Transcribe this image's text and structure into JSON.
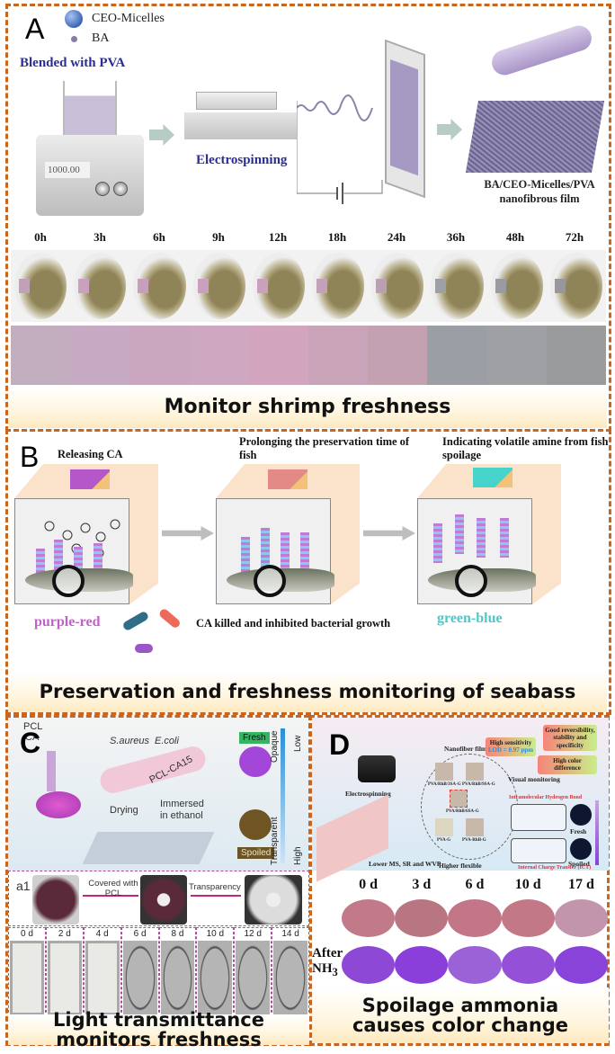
{
  "panel_a": {
    "letter": "A",
    "legend": [
      {
        "icon": "ceo-micelle-sphere-icon",
        "label": "CEO-Micelles"
      },
      {
        "icon": "ba-dot-icon",
        "label": "BA"
      }
    ],
    "blend_label": "Blended with PVA",
    "stirrer_display": "1000.00",
    "process_label": "Electrospinning",
    "product_label_line1": "BA/CEO-Micelles/PVA",
    "product_label_line2": "nanofibrous film",
    "time_points": [
      "0h",
      "3h",
      "6h",
      "9h",
      "12h",
      "18h",
      "24h",
      "36h",
      "48h",
      "72h"
    ],
    "indicator_colors": [
      "#c3aec0",
      "#c6a9c3",
      "#cba6bf",
      "#cea8c0",
      "#d2a4bd",
      "#c9a3b8",
      "#c3a1b1",
      "#9c9ea6",
      "#9fa0a4",
      "#9a9b9d"
    ],
    "film_square_colors": [
      "#c2a0b8",
      "#c9a1bf",
      "#c79fbc",
      "#c9a1bf",
      "#caa0bd",
      "#c4a1ba",
      "#b9a0b3",
      "#9f9fa6",
      "#9a9aa0",
      "#98989c"
    ],
    "caption": "Monitor shrimp freshness"
  },
  "panel_b": {
    "letter": "B",
    "steps": [
      {
        "title": "Releasing CA",
        "patch_color": "#b556c9"
      },
      {
        "title": "Prolonging the preservation time of fish",
        "patch_color": "#e48a86"
      },
      {
        "title": "Indicating volatile amine from fish spoilage",
        "patch_color": "#46d3c9"
      }
    ],
    "color_start_label": "purple-red",
    "color_start_hex": "#c45fc9",
    "color_end_label": "green-blue",
    "color_end_hex": "#4cc8c8",
    "bacteria_note": "CA killed and inhibited bacterial growth",
    "caption": "Preservation and freshness monitoring of seabass"
  },
  "panel_c": {
    "letter": "C",
    "legend": [
      "PCL",
      "CA"
    ],
    "bacteria": [
      "S.aureus",
      "E.coli"
    ],
    "fiber_label": "PCL-CA15",
    "cycle_labels": [
      "Drying",
      "Immersed in ethanol"
    ],
    "state_fresh": "Fresh",
    "state_spoiled": "Spoiled",
    "axis_top": [
      "Opaque",
      "Low"
    ],
    "axis_bottom": [
      "Transparent",
      "High"
    ],
    "photo_tag": "a1",
    "step1": "Covered with PCL",
    "step2": "Transparency",
    "days": [
      "0 d",
      "2 d",
      "4 d",
      "6 d",
      "8 d",
      "10 d",
      "12 d",
      "14 d"
    ],
    "caption_line1": "Light transmittance",
    "caption_line2": "monitors freshness"
  },
  "panel_d": {
    "letter": "D",
    "process_label": "Electrospinning",
    "films_title": "Nanofiber films",
    "films": [
      "PVA/RhB/3SA-G",
      "PVA/RhB/9SA-G",
      "PVA/RhB/6SA-G",
      "PVA-G",
      "PVA-RhB-G"
    ],
    "property_labels": [
      "Lower MS, SR and WVP",
      "Higher flexible"
    ],
    "sensitivity_label": "High sensitivity",
    "lod_label": "LOD = 0.97 ppm",
    "reversibility_label": "Good reversibility, stability and specificity",
    "color_diff_label": "High color difference",
    "visual_label": "Visual monitoring",
    "mechanism_top": "Intramolecular Hydrogen Bond",
    "mechanism_bottom": "Internal Charge Transfer (ICT)",
    "state_fresh": "Fresh",
    "state_spoiled": "Spoiled",
    "days": [
      "0 d",
      "3 d",
      "6 d",
      "10 d",
      "17 d"
    ],
    "before_colors": [
      "#c27a8a",
      "#b87682",
      "#c37688",
      "#c27886",
      "#c295ac"
    ],
    "after_label_line1": "After",
    "after_label_line2": "NH",
    "after_label_sub": "3",
    "after_colors": [
      "#8e48d6",
      "#8a3fdb",
      "#9b62d8",
      "#9450d6",
      "#8a43d8"
    ],
    "caption_line1": "Spoilage ammonia",
    "caption_line2": "causes color change"
  }
}
